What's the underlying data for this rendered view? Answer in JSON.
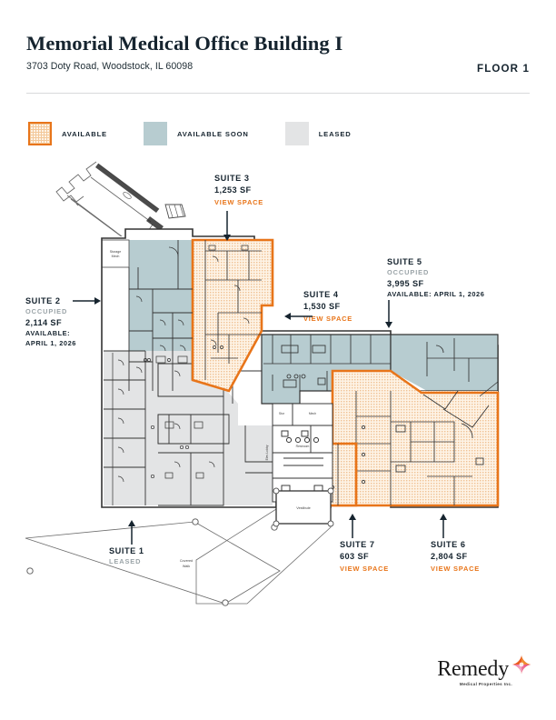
{
  "header": {
    "title": "Memorial Medical Office Building I",
    "address": "3703 Doty Road, Woodstock, IL 60098",
    "floor": "FLOOR 1"
  },
  "legend": {
    "items": [
      {
        "key": "available",
        "label": "AVAILABLE",
        "color": "#e8751a"
      },
      {
        "key": "available_soon",
        "label": "AVAILABLE SOON",
        "color": "#b7ccd0"
      },
      {
        "key": "leased",
        "label": "LEASED",
        "color": "#e3e4e5"
      }
    ]
  },
  "suites": {
    "suite1": {
      "name": "SUITE 1",
      "status": "LEASED"
    },
    "suite2": {
      "name": "SUITE 2",
      "status": "OCCUPIED",
      "area": "2,114 SF",
      "available_line1": "AVAILABLE:",
      "available_line2": "APRIL 1, 2026"
    },
    "suite3": {
      "name": "SUITE 3",
      "area": "1,253 SF",
      "cta": "VIEW SPACE"
    },
    "suite4": {
      "name": "SUITE 4",
      "area": "1,530 SF",
      "cta": "VIEW SPACE"
    },
    "suite5": {
      "name": "SUITE 5",
      "status": "OCCUPIED",
      "area": "3,995 SF",
      "available": "AVAILABLE: APRIL 1, 2026"
    },
    "suite6": {
      "name": "SUITE 6",
      "area": "2,804 SF",
      "cta": "VIEW SPACE"
    },
    "suite7": {
      "name": "SUITE 7",
      "area": "603 SF",
      "cta": "VIEW SPACE"
    }
  },
  "plan_labels": {
    "storage": "Storage Mech",
    "covered_walk": "Covered Walk",
    "vestibule": "Vestibule",
    "elev": "Elev Lobby"
  },
  "footer": {
    "logo_word": "Remedy",
    "logo_tagline": "Medical Properties Inc."
  }
}
